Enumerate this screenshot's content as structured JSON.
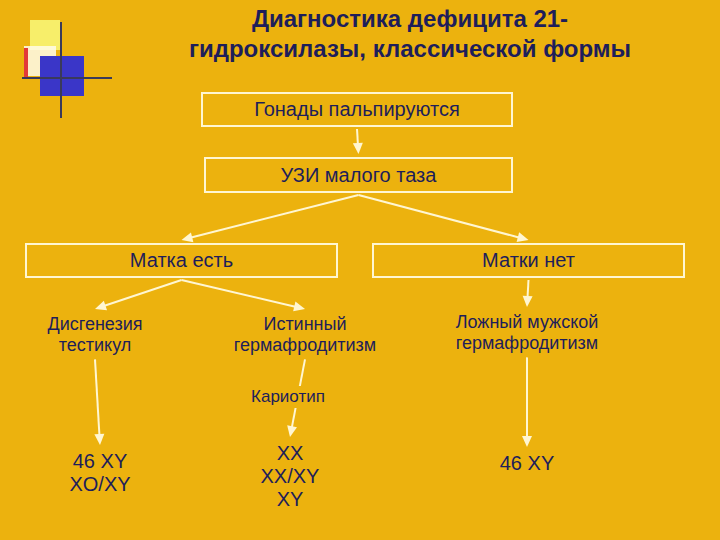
{
  "diagram": {
    "title": "Диагностика дефицита 21-гидроксилазы, классической формы",
    "nodes": [
      {
        "text": [
          "Гонады пальпируются"
        ]
      },
      {
        "text": [
          "УЗИ малого таза"
        ]
      },
      {
        "text": [
          "Матка есть"
        ]
      },
      {
        "text": [
          "Матки нет"
        ]
      },
      {
        "text": [
          "Дисгенезия тестикул"
        ]
      },
      {
        "text": [
          "Истинный гермафродитизм"
        ]
      },
      {
        "text": [
          "Ложный мужской гермафродитизм"
        ]
      },
      {
        "text": [
          "46 XY XO/XY"
        ]
      },
      {
        "text": [
          "XX XX/XY XY"
        ]
      },
      {
        "text": [
          "46 XY"
        ]
      }
    ],
    "edges": [
      {
        "from": 0,
        "to": 1,
        "arrow": "to"
      },
      {
        "from": 1,
        "to": 2,
        "arrow": "to"
      },
      {
        "from": 1,
        "to": 3,
        "arrow": "to"
      },
      {
        "from": 2,
        "to": 4,
        "arrow": "to"
      },
      {
        "from": 2,
        "to": 5,
        "arrow": "to"
      },
      {
        "from": 3,
        "to": 6,
        "arrow": "to"
      },
      {
        "from": 4,
        "to": 7,
        "arrow": "to"
      },
      {
        "from": 5,
        "to": 8,
        "arrow": "to"
      },
      {
        "from": 6,
        "to": 9,
        "arrow": "to"
      }
    ],
    "labels": [
      "Кариотип"
    ]
  }
}
